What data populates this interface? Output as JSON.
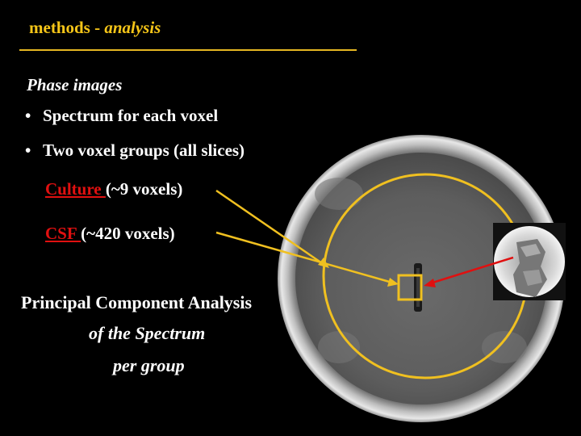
{
  "title": {
    "main": "methods - ",
    "italic": "analysis"
  },
  "phase_heading": "Phase images",
  "bullets": [
    {
      "mark": "•",
      "text": "Spectrum for each voxel"
    },
    {
      "mark": "•",
      "text": "Two voxel groups (all slices)"
    }
  ],
  "groups": {
    "culture": {
      "name": "Culture ",
      "detail": "(~9 voxels)"
    },
    "csf": {
      "name": "CSF ",
      "detail": "(~420 voxels)"
    }
  },
  "pca": {
    "line1": "Principal  Component Analysis",
    "line2": "of the Spectrum",
    "line3": "per group"
  },
  "colors": {
    "title": "#f5c518",
    "rule": "#e6b722",
    "group_label": "#e01010",
    "roi_circle": "#f0c020",
    "arrow_yellow": "#f0c020",
    "arrow_red": "#e01010",
    "background": "#000000"
  }
}
